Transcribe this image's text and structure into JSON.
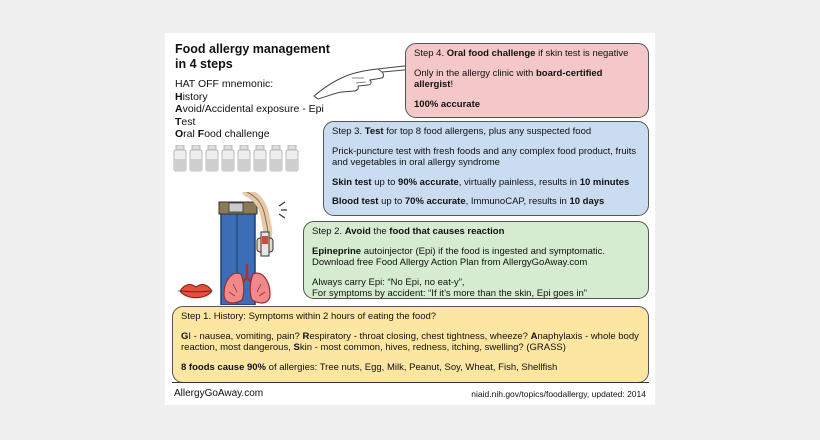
{
  "title_lines": [
    "Food allergy management",
    "in 4 steps"
  ],
  "mnemonic": {
    "heading": "HAT OFF mnemonic:",
    "lines": [
      {
        "parts": [
          {
            "t": "H",
            "b": true
          },
          {
            "t": "istory",
            "b": false
          }
        ]
      },
      {
        "parts": [
          {
            "t": "A",
            "b": true
          },
          {
            "t": "void/Accidental exposure - Epi",
            "b": false
          }
        ]
      },
      {
        "parts": [
          {
            "t": "T",
            "b": true
          },
          {
            "t": "est",
            "b": false
          }
        ]
      },
      {
        "parts": [
          {
            "t": "O",
            "b": true
          },
          {
            "t": "ral ",
            "b": false
          },
          {
            "t": "F",
            "b": true
          },
          {
            "t": "ood challenge",
            "b": false
          }
        ]
      }
    ]
  },
  "steps": {
    "step4": {
      "color": "#f4c8c8",
      "paras": [
        [
          {
            "t": "Step 4. ",
            "b": false
          },
          {
            "t": "Oral food challenge",
            "b": true
          },
          {
            "t": " if skin test is negative",
            "b": false
          }
        ],
        [
          {
            "t": "Only in the allergy clinic with ",
            "b": false
          },
          {
            "t": "board-certified allergist",
            "b": true
          },
          {
            "t": "!",
            "b": false
          }
        ],
        [
          {
            "t": "100% accurate",
            "b": true
          }
        ]
      ]
    },
    "step3": {
      "color": "#c9dcf0",
      "paras": [
        [
          {
            "t": "Step 3. ",
            "b": false
          },
          {
            "t": "Test",
            "b": true
          },
          {
            "t": " for top 8 food allergens, plus any suspected food",
            "b": false
          }
        ],
        [
          {
            "t": "Prick-puncture test with fresh foods and any complex food product, fruits and vegetables in oral allergy syndrome",
            "b": false
          }
        ],
        [
          {
            "t": "Skin test",
            "b": true
          },
          {
            "t": " up to ",
            "b": false
          },
          {
            "t": "90% accurate",
            "b": true
          },
          {
            "t": ", virtually painless, results in ",
            "b": false
          },
          {
            "t": "10 minutes",
            "b": true
          }
        ],
        [
          {
            "t": "Blood test",
            "b": true
          },
          {
            "t": " up to ",
            "b": false
          },
          {
            "t": "70% accurate",
            "b": true
          },
          {
            "t": ", ImmunoCAP, results in ",
            "b": false
          },
          {
            "t": "10 days",
            "b": true
          }
        ]
      ]
    },
    "step2": {
      "color": "#d6ecd0",
      "paras": [
        [
          {
            "t": "Step 2. ",
            "b": false
          },
          {
            "t": "Avoid",
            "b": true
          },
          {
            "t": " the ",
            "b": false
          },
          {
            "t": "food that causes reaction",
            "b": true
          }
        ],
        [
          {
            "t": "Epineprine",
            "b": true
          },
          {
            "t": " autoinjector (Epi) if the food is ingested and symptomatic.\nDownload free Food Allergy Action Plan from AllergyGoAway.com",
            "b": false
          }
        ],
        [
          {
            "t": "Always carry Epi: “No Epi, no eat-y”,\nFor symptoms by accident: “If it’s more than the skin, Epi goes in”",
            "b": false
          }
        ]
      ]
    },
    "step1": {
      "color": "#fde5a2",
      "paras": [
        [
          {
            "t": "Step 1. History: Symptoms within 2 hours of eating the food?",
            "b": false
          }
        ],
        [
          {
            "t": "G",
            "b": true
          },
          {
            "t": "I - nausea, vomiting, pain? ",
            "b": false
          },
          {
            "t": "R",
            "b": true
          },
          {
            "t": "espiratory - throat closing, chest tightness, wheeze? ",
            "b": false
          },
          {
            "t": "A",
            "b": true
          },
          {
            "t": "naphylaxis - whole body reaction, most dangerous, ",
            "b": false
          },
          {
            "t": "S",
            "b": true
          },
          {
            "t": "kin - most common, hives, redness, itching, swelling? (GRASS)",
            "b": false
          }
        ],
        [
          {
            "t": "8 foods cause 90%",
            "b": true
          },
          {
            "t": " of allergies: Tree nuts, Egg, Milk, Peanut, Soy, Wheat, Fish, Shellfish",
            "b": false
          }
        ]
      ]
    }
  },
  "footer": {
    "left": "AllergyGoAway.com",
    "right": "niaid.nih.gov/topics/foodallergy, updated: 2014"
  },
  "icons": {
    "hand": "pointing-hand-icon",
    "bottles": "allergen-bottles-icon",
    "epi": "epinephrine-injection-figure",
    "lips": "swollen-lips-icon",
    "lungs": "lungs-icon"
  }
}
